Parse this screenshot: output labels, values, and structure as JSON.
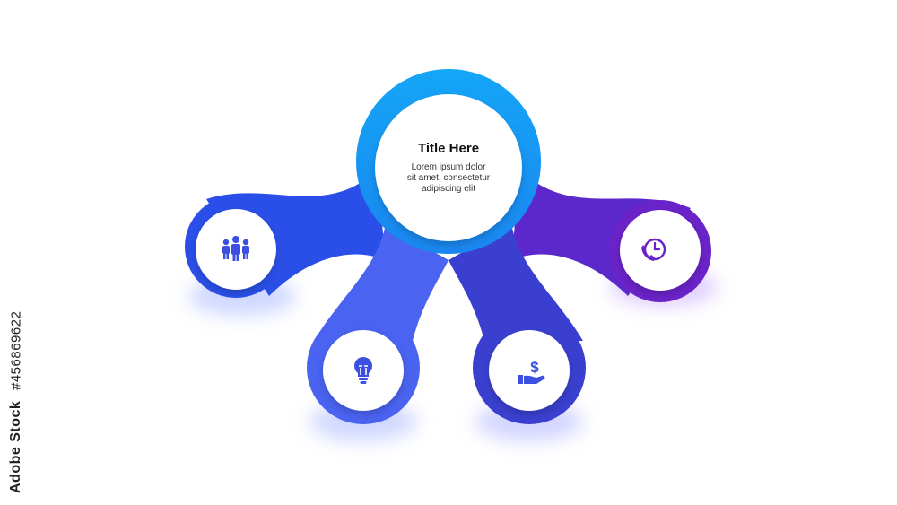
{
  "center": {
    "title": "Title Here",
    "body": [
      "Lorem ipsum dolor",
      "sit amet, consectetur",
      "adipiscing elit"
    ]
  },
  "nodes": [
    {
      "id": "team",
      "icon": "people-icon",
      "color": "#2a4fe8"
    },
    {
      "id": "idea",
      "icon": "lightbulb-icon",
      "color": "#4a63f0"
    },
    {
      "id": "money",
      "icon": "hand-dollar-icon",
      "color": "#3a3fcf"
    },
    {
      "id": "support",
      "icon": "phone-clock-icon",
      "color": "#6a23c8"
    }
  ],
  "colors": {
    "hub_ring": "#1aa3f5",
    "icon": "#3b4fe0",
    "shadow": "#c9d4ff"
  },
  "watermark": {
    "logo": "Adobe Stock",
    "number": "#456869622"
  }
}
